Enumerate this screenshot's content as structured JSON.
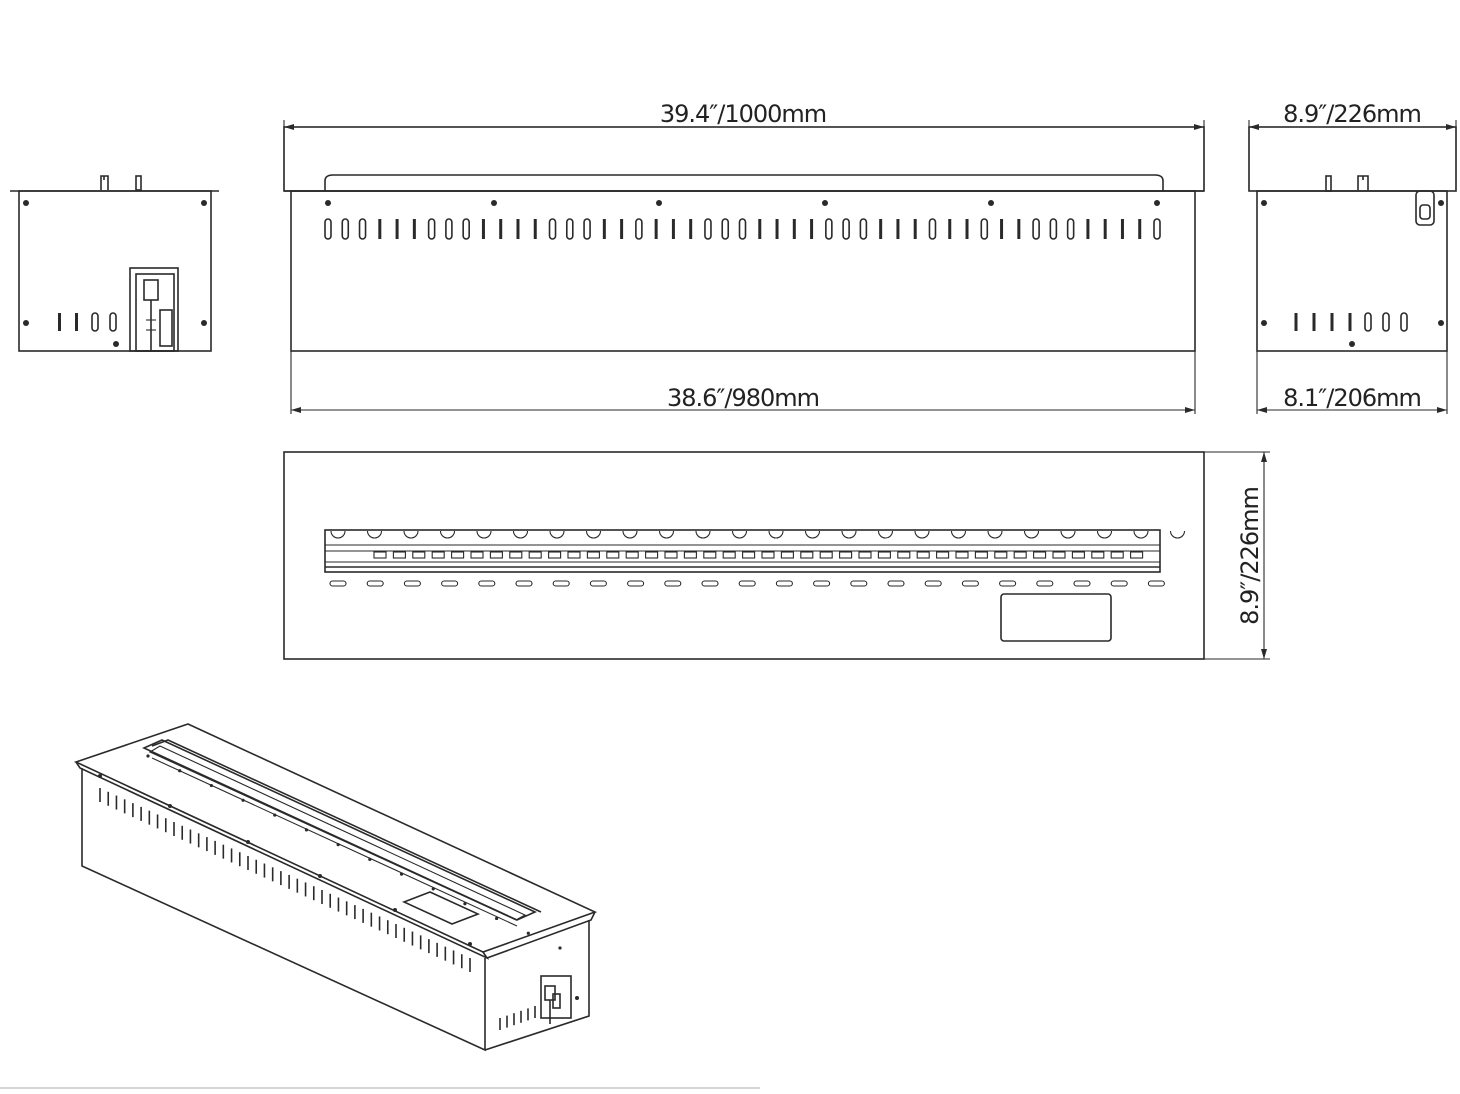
{
  "drawing": {
    "colors": {
      "line": "#2a2a2a",
      "background": "#ffffff",
      "text": "#222222"
    },
    "dimensions": {
      "overall_length": "39.4″/1000mm",
      "body_length": "38.6″/980mm",
      "overall_depth": "8.9″/226mm",
      "body_depth": "8.1″/206mm",
      "top_view_depth": "8.9″/226mm"
    },
    "views": {
      "left_side": "left-side-view",
      "front": "front-view",
      "right_side": "right-side-view",
      "top": "top-view",
      "isometric": "isometric-view"
    }
  }
}
